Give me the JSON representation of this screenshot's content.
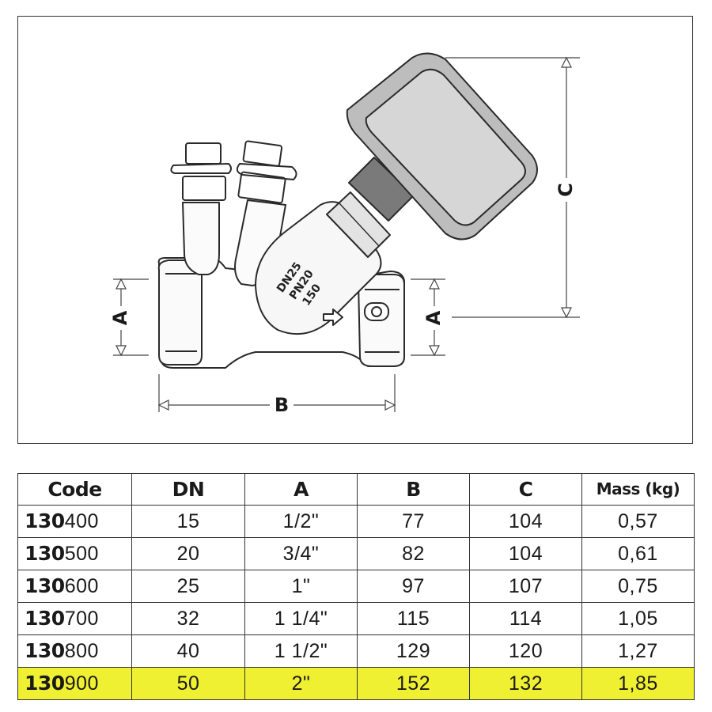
{
  "drawing": {
    "dimension_labels": {
      "a_left": "A",
      "a_right": "A",
      "b": "B",
      "c": "C"
    },
    "body_markings": {
      "line1": "DN25",
      "line2": "PN20",
      "line3": "150"
    }
  },
  "table": {
    "headers": [
      "Code",
      "DN",
      "A",
      "B",
      "C",
      "Mass (kg)"
    ],
    "rows": [
      {
        "code_prefix": "130",
        "code_suffix": "400",
        "dn": "15",
        "a": "1/2\"",
        "b": "77",
        "c": "104",
        "mass": "0,57"
      },
      {
        "code_prefix": "130",
        "code_suffix": "500",
        "dn": "20",
        "a": "3/4\"",
        "b": "82",
        "c": "104",
        "mass": "0,61"
      },
      {
        "code_prefix": "130",
        "code_suffix": "600",
        "dn": "25",
        "a": "1\"",
        "b": "97",
        "c": "107",
        "mass": "0,75"
      },
      {
        "code_prefix": "130",
        "code_suffix": "700",
        "dn": "32",
        "a": "1 1/4\"",
        "b": "115",
        "c": "114",
        "mass": "1,05"
      },
      {
        "code_prefix": "130",
        "code_suffix": "800",
        "dn": "40",
        "a": "1 1/2\"",
        "b": "129",
        "c": "120",
        "mass": "1,27"
      },
      {
        "code_prefix": "130",
        "code_suffix": "900",
        "dn": "50",
        "a": "2\"",
        "b": "152",
        "c": "132",
        "mass": "1,85"
      }
    ],
    "highlight_row": 5,
    "highlight_color": "#f0f032"
  }
}
